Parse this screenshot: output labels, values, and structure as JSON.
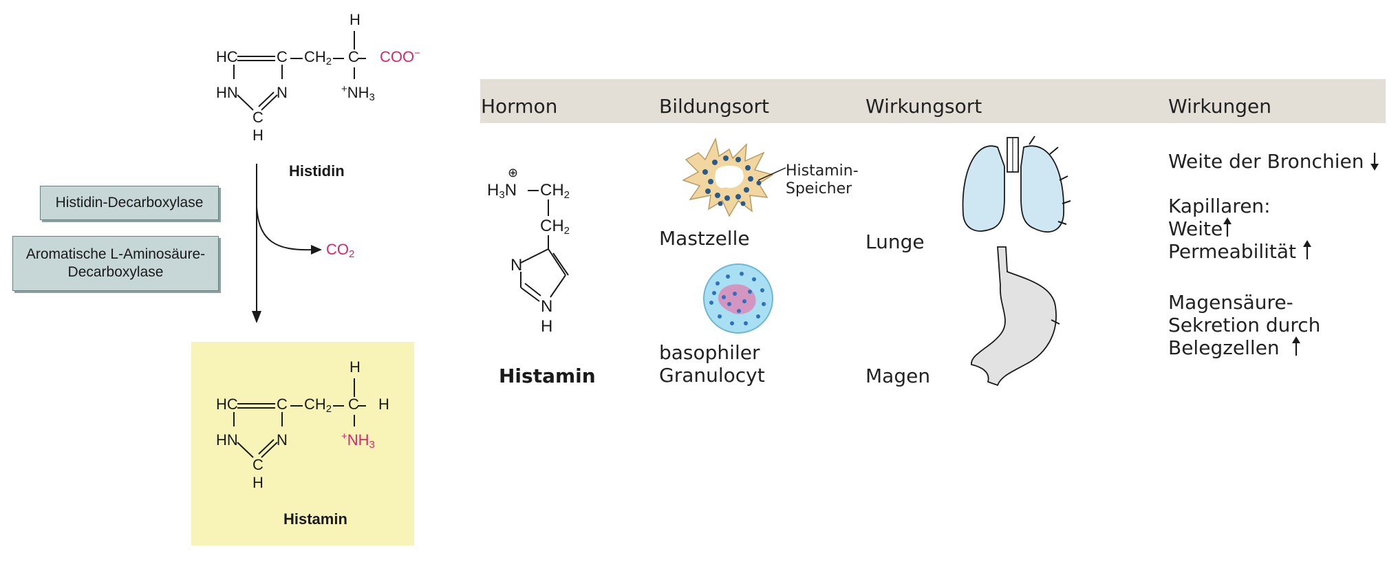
{
  "reaction": {
    "histidine_label": "Histidin",
    "histamine_label": "Histamin",
    "enzyme1": "Histidin-Decarboxylase",
    "enzyme2_line1": "Aromatische L-Aminosäure-",
    "enzyme2_line2": "Decarboxylase",
    "co2": "CO",
    "co2_sub": "2"
  },
  "table": {
    "headers": {
      "hormon": "Hormon",
      "bildungsort": "Bildungsort",
      "wirkungsort": "Wirkungsort",
      "wirkungen": "Wirkungen"
    },
    "hormon_name": "Histamin",
    "mastzelle": "Mastzelle",
    "speicher_line1": "Histamin-",
    "speicher_line2": "Speicher",
    "basophil_line1": "basophiler",
    "basophil_line2": "Granulocyt",
    "lunge": "Lunge",
    "magen": "Magen",
    "effects": {
      "bronchien": "Weite der Bronchien",
      "kapillaren": "Kapillaren:",
      "weite": "Weite",
      "permeabilitaet": "Permeabilität",
      "magen_line1": "Magensäure-",
      "magen_line2": "Sekretion durch",
      "magen_line3": "Belegzellen"
    }
  },
  "colors": {
    "accent_red": "#e0246b",
    "histamine_box": "#f8f4b8",
    "enzyme_box": "#c7d6d7",
    "header_band": "#e3dfd6"
  }
}
